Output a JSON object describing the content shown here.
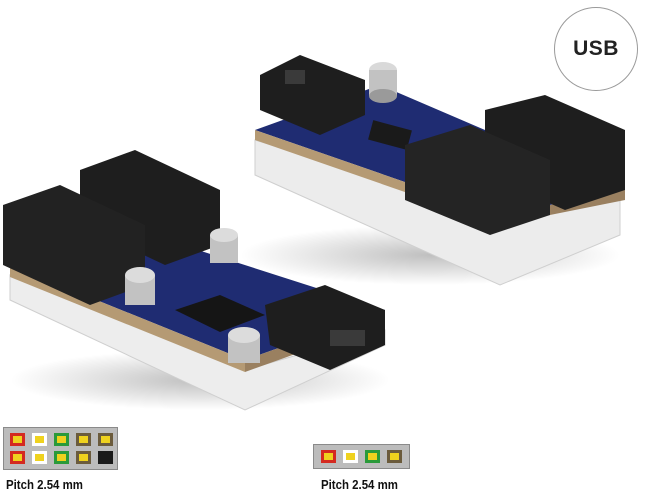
{
  "badge": {
    "label": "USB"
  },
  "connector_10pin": {
    "pitch_label": "Pitch 2.54 mm",
    "pins": [
      {
        "border": "#d42a20",
        "fill": "#efd21e"
      },
      {
        "border": "#ffffff",
        "fill": "#efd21e"
      },
      {
        "border": "#2a9a3a",
        "fill": "#efd21e"
      },
      {
        "border": "#6b5b3c",
        "fill": "#efd21e"
      },
      {
        "border": "#6b5b3c",
        "fill": "#efd21e"
      },
      {
        "border": "#d42a20",
        "fill": "#efd21e"
      },
      {
        "border": "#ffffff",
        "fill": "#efd21e"
      },
      {
        "border": "#2a9a3a",
        "fill": "#efd21e"
      },
      {
        "border": "#6b5b3c",
        "fill": "#efd21e"
      },
      {
        "border": "#1a1a1a",
        "fill": "#1a1a1a"
      }
    ]
  },
  "connector_4pin": {
    "pitch_label": "Pitch 2.54 mm",
    "pins": [
      {
        "border": "#d42a20",
        "fill": "#efd21e"
      },
      {
        "border": "#ffffff",
        "fill": "#efd21e"
      },
      {
        "border": "#2a9a3a",
        "fill": "#efd21e"
      },
      {
        "border": "#6b5b3c",
        "fill": "#efd21e"
      }
    ]
  },
  "colors": {
    "pcb": "#1c2a6e",
    "header": "#1e1e1e",
    "pad": "#ffffff"
  }
}
